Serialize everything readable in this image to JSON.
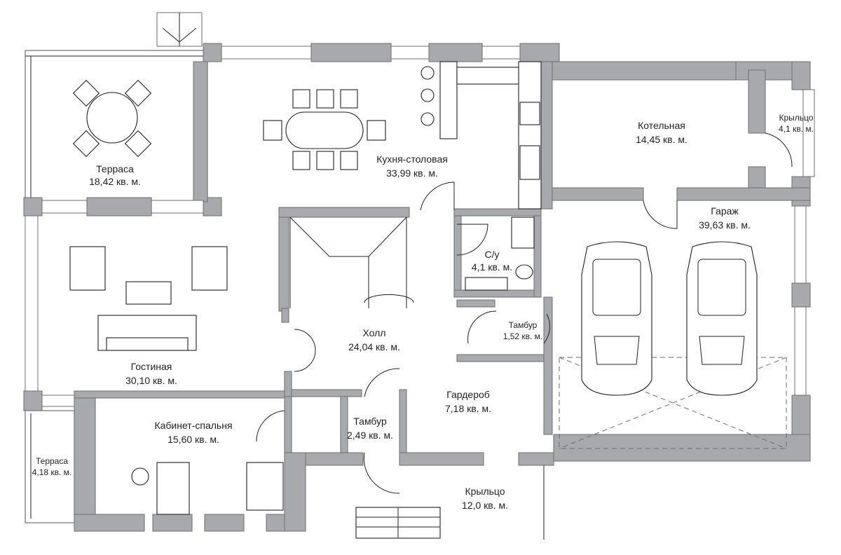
{
  "rooms": [
    {
      "name": "Терраса",
      "area": "18,42 кв. м."
    },
    {
      "name": "Кухня-столовая",
      "area": "33,99 кв. м."
    },
    {
      "name": "Котельная",
      "area": "14,45 кв. м."
    },
    {
      "name": "Крыльцо",
      "area": "4,1 кв. м."
    },
    {
      "name": "Гараж",
      "area": "39,63 кв. м."
    },
    {
      "name": "С/у",
      "area": "4,1 кв. м."
    },
    {
      "name": "Холл",
      "area": "24,04 кв. м."
    },
    {
      "name": "Тамбур",
      "area": "1,52 кв. м."
    },
    {
      "name": "Гостиная",
      "area": "30,10 кв. м."
    },
    {
      "name": "Гардероб",
      "area": "7,18 кв. м."
    },
    {
      "name": "Кабинет-спальня",
      "area": "15,60 кв. м."
    },
    {
      "name": "Тамбур",
      "area": "2,49 кв. м."
    },
    {
      "name": "Терраса",
      "area": "4,18 кв. м."
    },
    {
      "name": "Крыльцо",
      "area": "12,0 кв. м."
    }
  ]
}
